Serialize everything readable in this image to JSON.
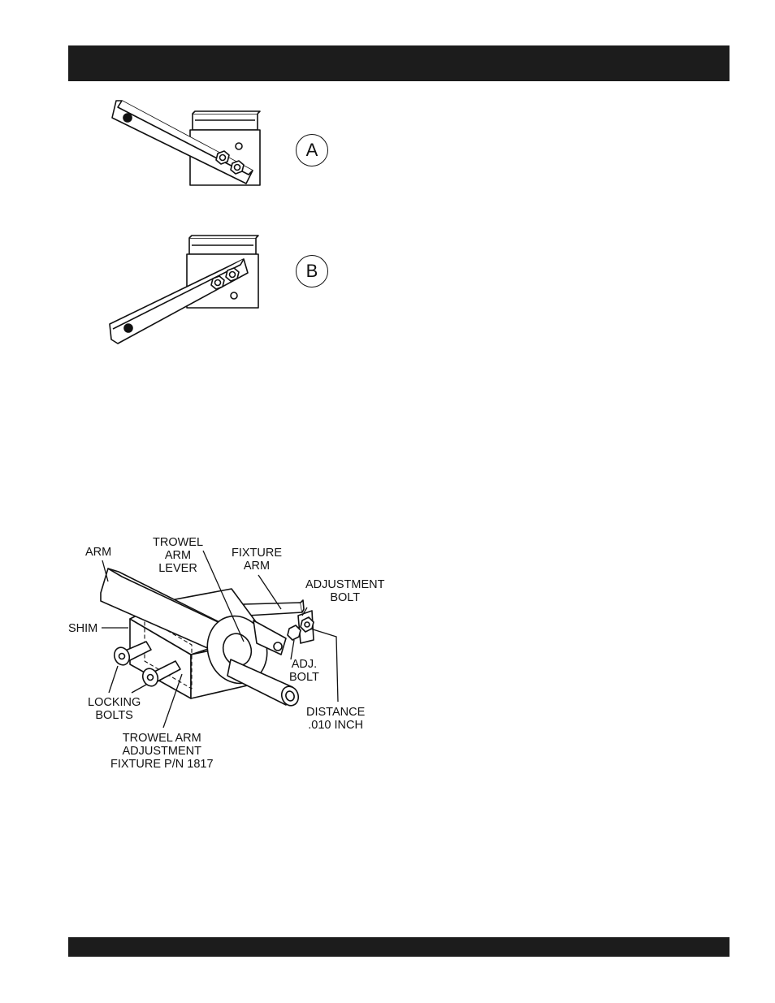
{
  "figure_a": {
    "label": "A"
  },
  "figure_b": {
    "label": "B"
  },
  "callouts": {
    "arm": "ARM",
    "trowel_arm_lever": [
      "TROWEL",
      "ARM",
      "LEVER"
    ],
    "fixture_arm": [
      "FIXTURE",
      "ARM"
    ],
    "adjustment_bolt": [
      "ADJUSTMENT",
      "BOLT"
    ],
    "shim": "SHIM",
    "adj_bolt": [
      "ADJ.",
      "BOLT"
    ],
    "locking_bolts": [
      "LOCKING",
      "BOLTS"
    ],
    "distance": [
      "DISTANCE",
      ".010 INCH"
    ],
    "fixture_pn": [
      "TROWEL ARM",
      "ADJUSTMENT",
      "FIXTURE P/N 1817"
    ]
  },
  "colors": {
    "bar": "#1c1c1c",
    "ink": "#111111"
  }
}
